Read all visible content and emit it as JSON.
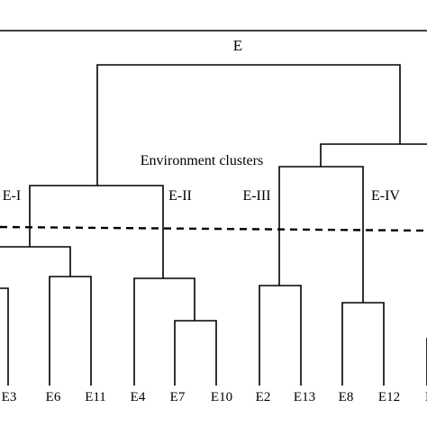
{
  "diagram": {
    "root_label": "E",
    "title": "Environment clusters",
    "clusters": [
      {
        "id": "c1",
        "label": "E-I"
      },
      {
        "id": "c2",
        "label": "E-II"
      },
      {
        "id": "c3",
        "label": "E-III"
      },
      {
        "id": "c4",
        "label": "E-IV"
      }
    ],
    "leaves": [
      "E3",
      "E6",
      "E11",
      "E4",
      "E7",
      "E10",
      "E2",
      "E13",
      "E8",
      "E12",
      "E"
    ]
  }
}
